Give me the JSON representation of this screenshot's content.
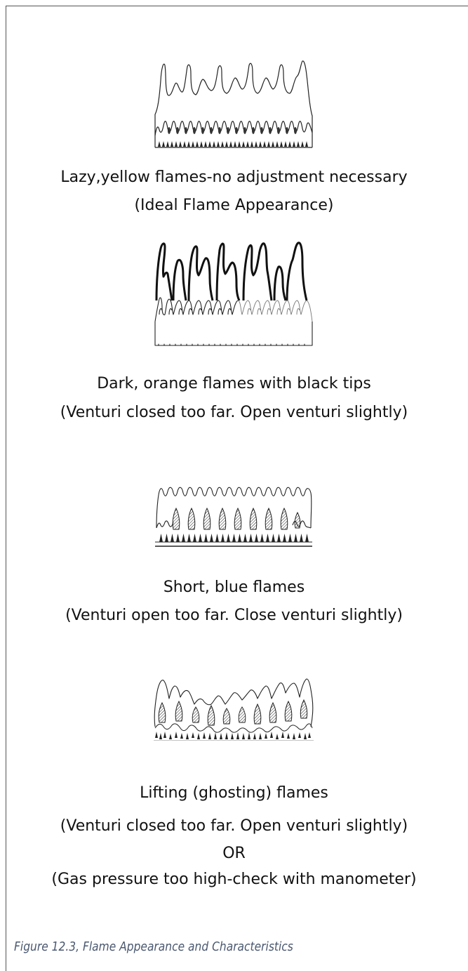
{
  "panels": [
    {
      "name": "ideal-flames",
      "lines": [
        "Lazy,yellow flames-no adjustment necessary",
        "(Ideal Flame Appearance)"
      ]
    },
    {
      "name": "dark-orange-flames",
      "lines": [
        "Dark, orange flames with black tips",
        "(Venturi closed too far. Open venturi slightly)"
      ]
    },
    {
      "name": "short-blue-flames",
      "lines": [
        "Short, blue flames",
        "(Venturi open too far. Close venturi slightly)"
      ]
    },
    {
      "name": "lifting-flames",
      "lines": [
        "Lifting (ghosting) flames",
        "(Venturi closed too far. Open venturi slightly)",
        "OR",
        "(Gas pressure too high-check with manometer)"
      ]
    }
  ],
  "figure_caption": "Figure 12.3, Flame Appearance and Characteristics"
}
